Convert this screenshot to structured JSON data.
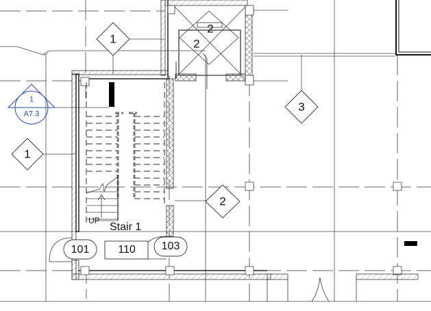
{
  "drawing": {
    "type": "architectural-floor-plan",
    "stair_label": "Stair 1",
    "up_label": "UP",
    "section_callout": {
      "number": "1",
      "sheet": "A7.3",
      "color": "#2a4fa8"
    },
    "wall_tags": [
      {
        "id": "tag-1-top",
        "text": "1"
      },
      {
        "id": "tag-1-left",
        "text": "1"
      },
      {
        "id": "tag-2-elevator-a",
        "text": "2"
      },
      {
        "id": "tag-2-elevator-b",
        "text": "2"
      },
      {
        "id": "tag-2-right",
        "text": "2"
      },
      {
        "id": "tag-3",
        "text": "3"
      }
    ],
    "room_tags": [
      {
        "id": "room-101",
        "text": "101"
      },
      {
        "id": "room-110",
        "text": "110"
      },
      {
        "id": "room-103",
        "text": "103"
      }
    ],
    "colors": {
      "line": "#222222",
      "grid": "#555555",
      "hatch": "#777777",
      "callout": "#2a4fa8"
    }
  }
}
